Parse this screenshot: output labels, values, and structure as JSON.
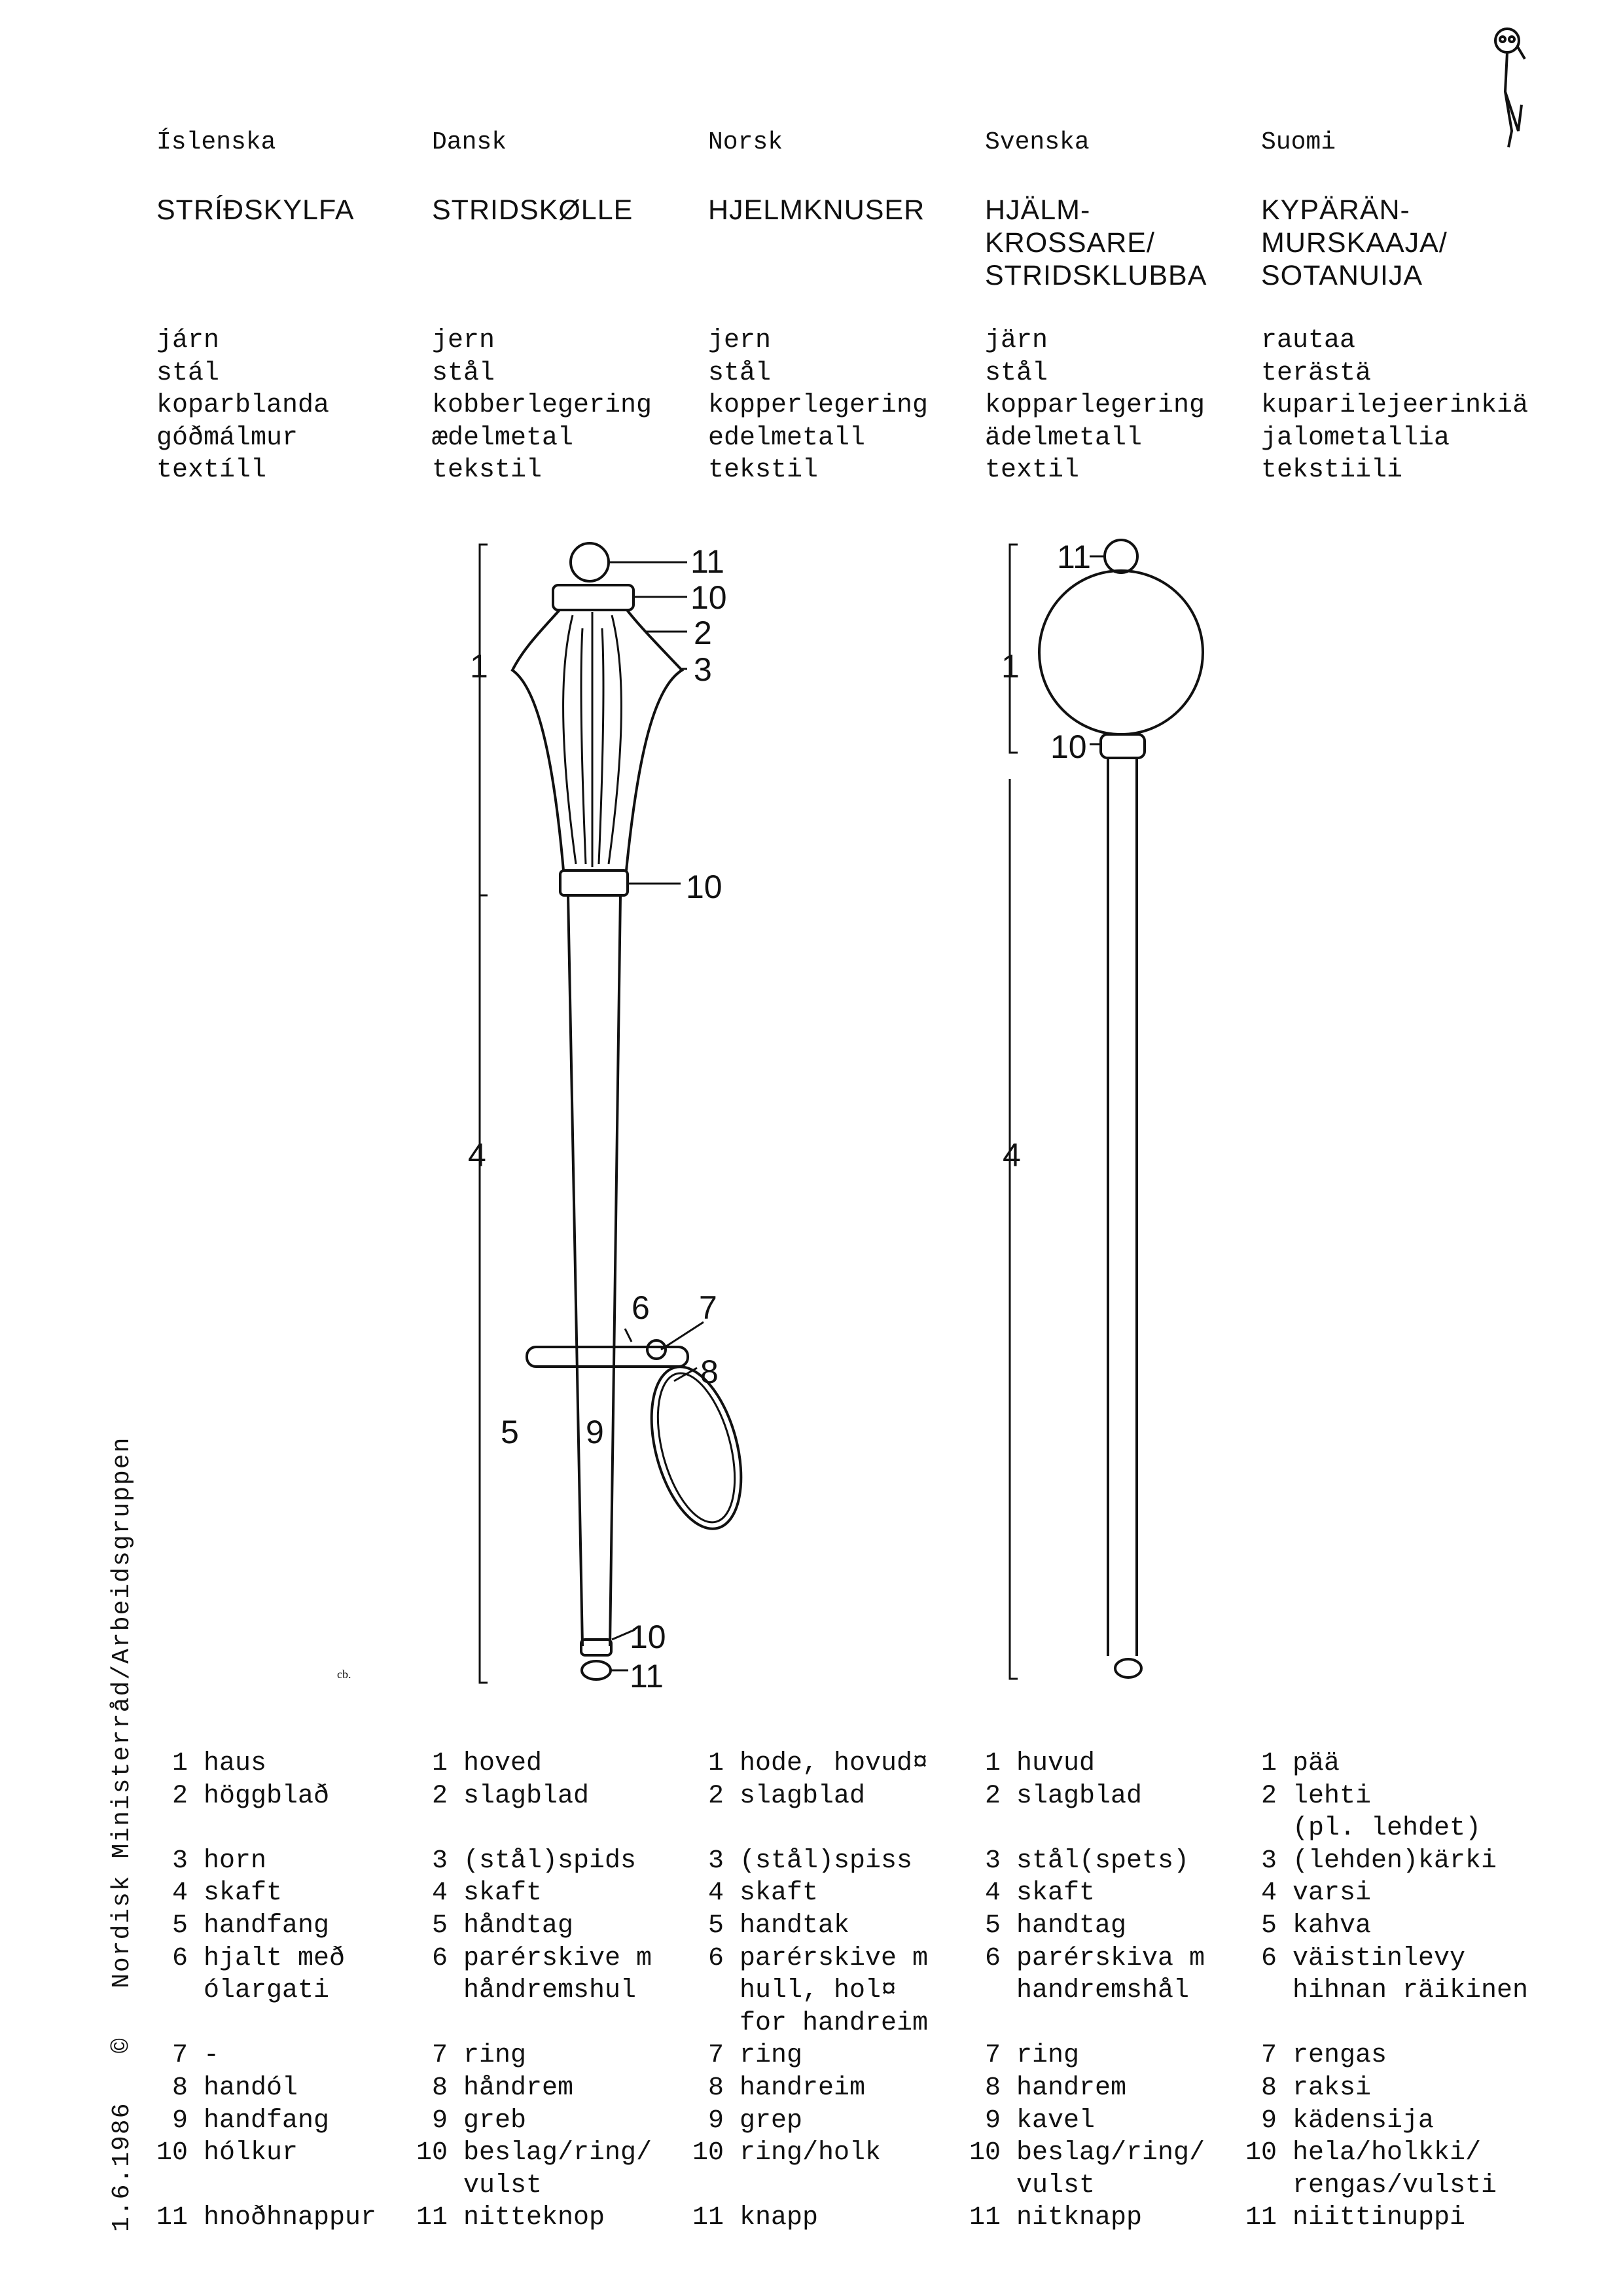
{
  "languages": [
    {
      "name": "Íslenska",
      "term": "STRÍÐSKYLFA",
      "materials": [
        "járn",
        "stál",
        "koparblanda",
        "góðmálmur",
        "textíll"
      ]
    },
    {
      "name": "Dansk",
      "term": "STRIDSKØLLE",
      "materials": [
        "jern",
        "stål",
        "kobberlegering",
        "ædelmetal",
        "tekstil"
      ]
    },
    {
      "name": "Norsk",
      "term": "HJELMKNUSER",
      "materials": [
        "jern",
        "stål",
        "kopperlegering",
        "edelmetall",
        "tekstil"
      ]
    },
    {
      "name": "Svenska",
      "term": "HJÄLM-\nKROSSARE/\nSTRIDSKLUBBA",
      "materials": [
        "järn",
        "stål",
        "kopparlegering",
        "ädelmetall",
        "textil"
      ]
    },
    {
      "name": "Suomi",
      "term": "KYPÄRÄN-\nMURSKAAJA/\nSOTANUIJA",
      "materials": [
        "rautaa",
        "terästä",
        "kuparilejeerinkiä",
        "jalometallia",
        "tekstiili"
      ]
    }
  ],
  "parts": [
    [
      [
        "1",
        "haus"
      ],
      [
        "2",
        "höggblað"
      ],
      [
        "",
        ""
      ],
      [
        "3",
        "horn"
      ],
      [
        "4",
        "skaft"
      ],
      [
        "5",
        "handfang"
      ],
      [
        "6",
        "hjalt með"
      ],
      [
        "",
        "ólargati"
      ],
      [
        "",
        ""
      ],
      [
        "7",
        "-"
      ],
      [
        "8",
        "handól"
      ],
      [
        "9",
        "handfang"
      ],
      [
        "10",
        "hólkur"
      ],
      [
        "",
        ""
      ],
      [
        "11",
        "hnoðhnappur"
      ]
    ],
    [
      [
        "1",
        "hoved"
      ],
      [
        "2",
        "slagblad"
      ],
      [
        "",
        ""
      ],
      [
        "3",
        "(stål)spids"
      ],
      [
        "4",
        "skaft"
      ],
      [
        "5",
        "håndtag"
      ],
      [
        "6",
        "parérskive m"
      ],
      [
        "",
        "håndremshul"
      ],
      [
        "",
        ""
      ],
      [
        "7",
        "ring"
      ],
      [
        "8",
        "håndrem"
      ],
      [
        "9",
        "greb"
      ],
      [
        "10",
        "beslag/ring/"
      ],
      [
        "",
        "vulst"
      ],
      [
        "11",
        "nitteknop"
      ]
    ],
    [
      [
        "1",
        "hode, hovud¤"
      ],
      [
        "2",
        "slagblad"
      ],
      [
        "",
        ""
      ],
      [
        "3",
        "(stål)spiss"
      ],
      [
        "4",
        "skaft"
      ],
      [
        "5",
        "handtak"
      ],
      [
        "6",
        "parérskive m"
      ],
      [
        "",
        "hull, hol¤"
      ],
      [
        "",
        "for handreim"
      ],
      [
        "7",
        "ring"
      ],
      [
        "8",
        "handreim"
      ],
      [
        "9",
        "grep"
      ],
      [
        "10",
        "ring/holk"
      ],
      [
        "",
        ""
      ],
      [
        "11",
        "knapp"
      ]
    ],
    [
      [
        "1",
        "huvud"
      ],
      [
        "2",
        "slagblad"
      ],
      [
        "",
        ""
      ],
      [
        "3",
        "stål(spets)"
      ],
      [
        "4",
        "skaft"
      ],
      [
        "5",
        "handtag"
      ],
      [
        "6",
        "parérskiva m"
      ],
      [
        "",
        "handremshål"
      ],
      [
        "",
        ""
      ],
      [
        "7",
        "ring"
      ],
      [
        "8",
        "handrem"
      ],
      [
        "9",
        "kavel"
      ],
      [
        "10",
        "beslag/ring/"
      ],
      [
        "",
        "vulst"
      ],
      [
        "11",
        "nitknapp"
      ]
    ],
    [
      [
        "1",
        "pää"
      ],
      [
        "2",
        "lehti"
      ],
      [
        "",
        "(pl. lehdet)"
      ],
      [
        "3",
        "(lehden)kärki"
      ],
      [
        "4",
        "varsi"
      ],
      [
        "5",
        "kahva"
      ],
      [
        "6",
        "väistinlevy"
      ],
      [
        "",
        "hihnan räikinen"
      ],
      [
        "",
        ""
      ],
      [
        "7",
        "rengas"
      ],
      [
        "8",
        "raksi"
      ],
      [
        "9",
        "kädensija"
      ],
      [
        "10",
        "hela/holkki/"
      ],
      [
        "",
        "rengas/vulsti"
      ],
      [
        "11",
        "niittinuppi"
      ]
    ]
  ],
  "figure_labels": {
    "left": {
      "knob": "11",
      "collar_top": "10",
      "blade": "2",
      "spike": "3",
      "head": "1",
      "collar_mid": "10",
      "shaft": "4",
      "guard": "6",
      "ring": "7",
      "strap": "8",
      "handle": "5",
      "grip": "9",
      "collar_bottom": "10",
      "knob_bottom": "11"
    },
    "right": {
      "knob": "11",
      "head": "1",
      "collar": "10",
      "shaft": "4"
    }
  },
  "sidebar": "1.6.1986   ©   Nordisk Ministerråd/Arbeidsgruppen",
  "signature": "cb."
}
